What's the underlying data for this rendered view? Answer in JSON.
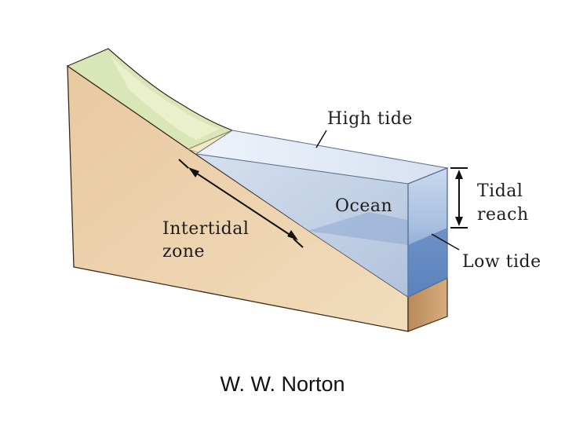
{
  "diagram": {
    "labels": {
      "high_tide": "High tide",
      "tidal_reach_line1": "Tidal",
      "tidal_reach_line2": "reach",
      "ocean": "Ocean",
      "intertidal_line1": "Intertidal",
      "intertidal_line2": "zone",
      "low_tide": "Low tide"
    },
    "credit": "W. W. Norton"
  },
  "colors": {
    "sediment_face": "#ecd3ad",
    "sediment_side": "#c99a66",
    "upland_green": "#d6e4b4",
    "water_light": "#dfe8f4",
    "water_mid": "#b3c9e3",
    "water_deep": "#6f92c6",
    "ink": "#1e1e1e"
  }
}
